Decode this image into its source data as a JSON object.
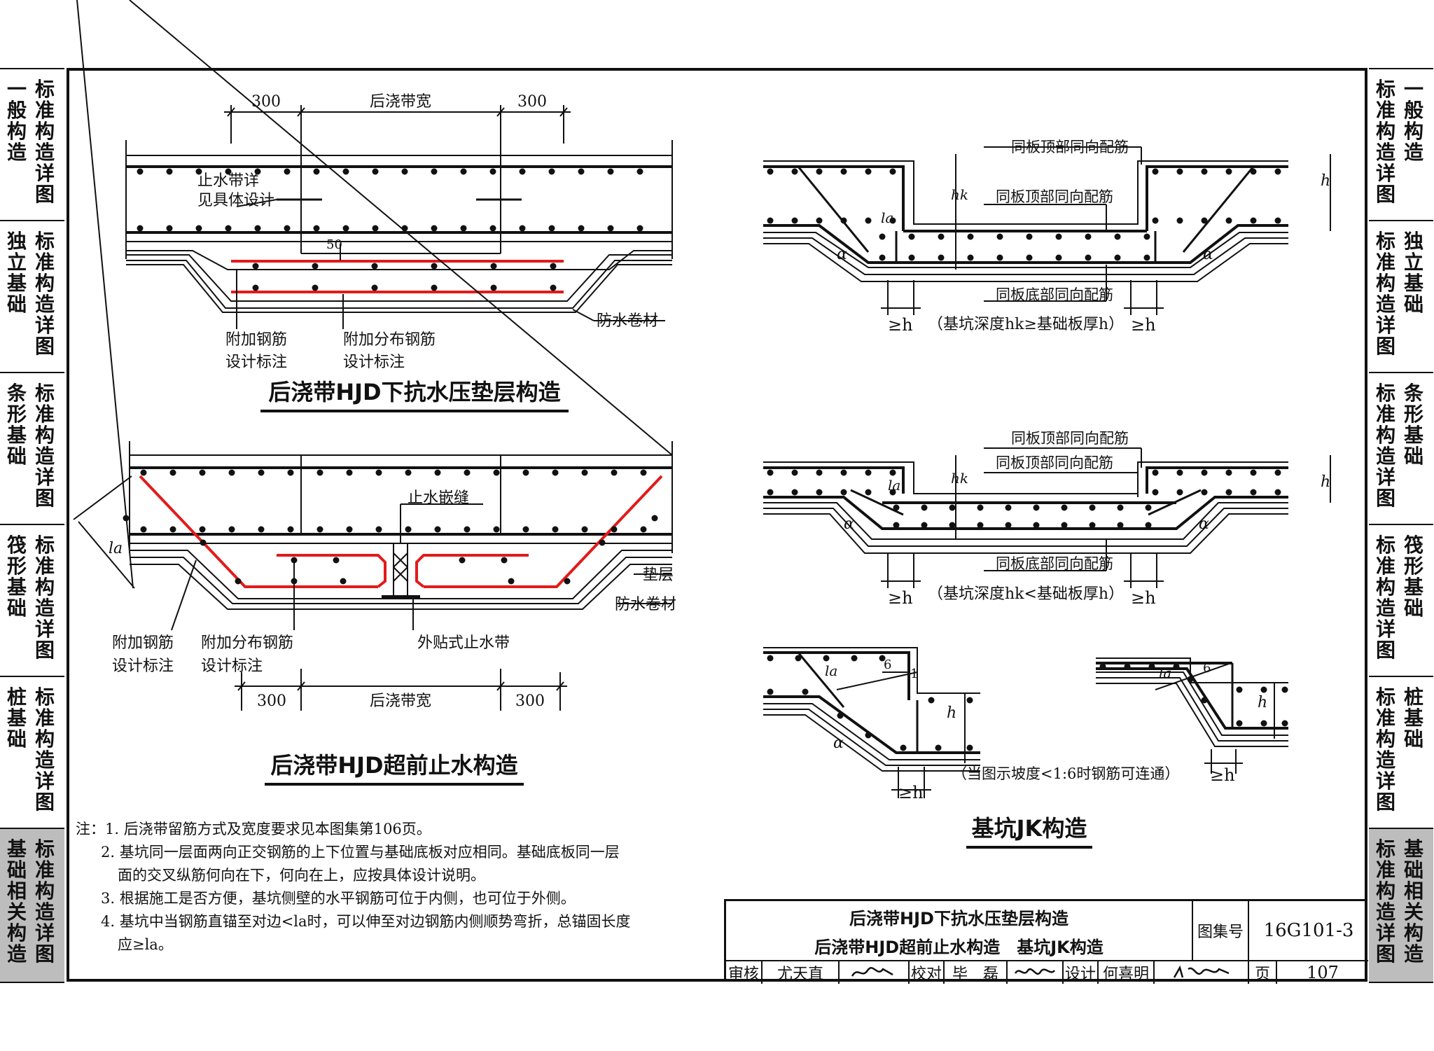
{
  "sidebar_left": [
    {
      "a": "一般构造",
      "b": "标准构造详图",
      "active": false
    },
    {
      "a": "独立基础",
      "b": "标准构造详图",
      "active": false
    },
    {
      "a": "条形基础",
      "b": "标准构造详图",
      "active": false
    },
    {
      "a": "筏形基础",
      "b": "标准构造详图",
      "active": false
    },
    {
      "a": "桩基础",
      "b": "标准构造详图",
      "active": false
    },
    {
      "a": "基础相关构造",
      "b": "标准构造详图",
      "active": true
    }
  ],
  "sidebar_right": [
    {
      "a": "一般构造",
      "b": "标准构造详图",
      "active": false
    },
    {
      "a": "独立基础",
      "b": "标准构造详图",
      "active": false
    },
    {
      "a": "条形基础",
      "b": "标准构造详图",
      "active": false
    },
    {
      "a": "筏形基础",
      "b": "标准构造详图",
      "active": false
    },
    {
      "a": "桩基础",
      "b": "标准构造详图",
      "active": false
    },
    {
      "a": "基础相关构造",
      "b": "标准构造详图",
      "active": true
    }
  ],
  "detail1": {
    "title": "后浇带HJD下抗水压垫层构造",
    "dim_left": "300",
    "dim_mid": "后浇带宽",
    "dim_right": "300",
    "lbl_stop1": "止水带详",
    "lbl_stop2": "见具体设计",
    "dim_50": "50",
    "lbl_rebar1": "附加钢筋",
    "lbl_rebar2": "设计标注",
    "lbl_dist1": "附加分布钢筋",
    "lbl_dist2": "设计标注",
    "lbl_membrane": "防水卷材"
  },
  "detail2": {
    "title": "后浇带HJD超前止水构造",
    "lbl_joint": "止水嵌缝",
    "lbl_la": "la",
    "lbl_cushion": "垫层",
    "lbl_membrane": "防水卷材",
    "lbl_rebar1": "附加钢筋",
    "lbl_rebar2": "设计标注",
    "lbl_dist1": "附加分布钢筋",
    "lbl_dist2": "设计标注",
    "lbl_ext": "外贴式止水带",
    "dim_left": "300",
    "dim_mid": "后浇带宽",
    "dim_right": "300"
  },
  "detail3": {
    "title": "基坑JK构造",
    "lbl_top1": "同板顶部同向配筋",
    "lbl_top2": "同板顶部同向配筋",
    "lbl_bot": "同板底部同向配筋",
    "cap_a": "（基坑深度hk≥基础板厚h）",
    "cap_b": "（基坑深度hk<基础板厚h）",
    "cap_c": "（当图示坡度<1:6时钢筋可连通）",
    "sym_geh": "≥h",
    "sym_h": "h",
    "sym_hk": "hk",
    "sym_la": "la",
    "sym_alpha": "α",
    "sym_6": "6",
    "sym_1": "1"
  },
  "notes": [
    "注：1. 后浇带留筋方式及宽度要求见本图集第106页。",
    "2. 基坑同一层面两向正交钢筋的上下位置与基础底板对应相同。基础底板同一层",
    "面的交叉纵筋何向在下，何向在上，应按具体设计说明。",
    "3. 根据施工是否方便，基坑侧壁的水平钢筋可位于内侧，也可位于外侧。",
    "4. 基坑中当钢筋直锚至对边<la时，可以伸至对边钢筋内侧顺势弯折，总锚固长度",
    "应≥la。"
  ],
  "titleblock": {
    "title1": "后浇带HJD下抗水压垫层构造",
    "title2": "后浇带HJD超前止水构造　基坑JK构造",
    "atlas_label": "图集号",
    "atlas_no": "16G101-3",
    "review_label": "审核",
    "review_name": "尤天直",
    "check_label": "校对",
    "check_name": "毕　磊",
    "design_label": "设计",
    "design_name": "何喜明",
    "page_label": "页",
    "page_no": "107"
  },
  "colors": {
    "line": "#111111",
    "rebar_red": "#e21b1b",
    "active_tab": "#bdbdbd"
  }
}
